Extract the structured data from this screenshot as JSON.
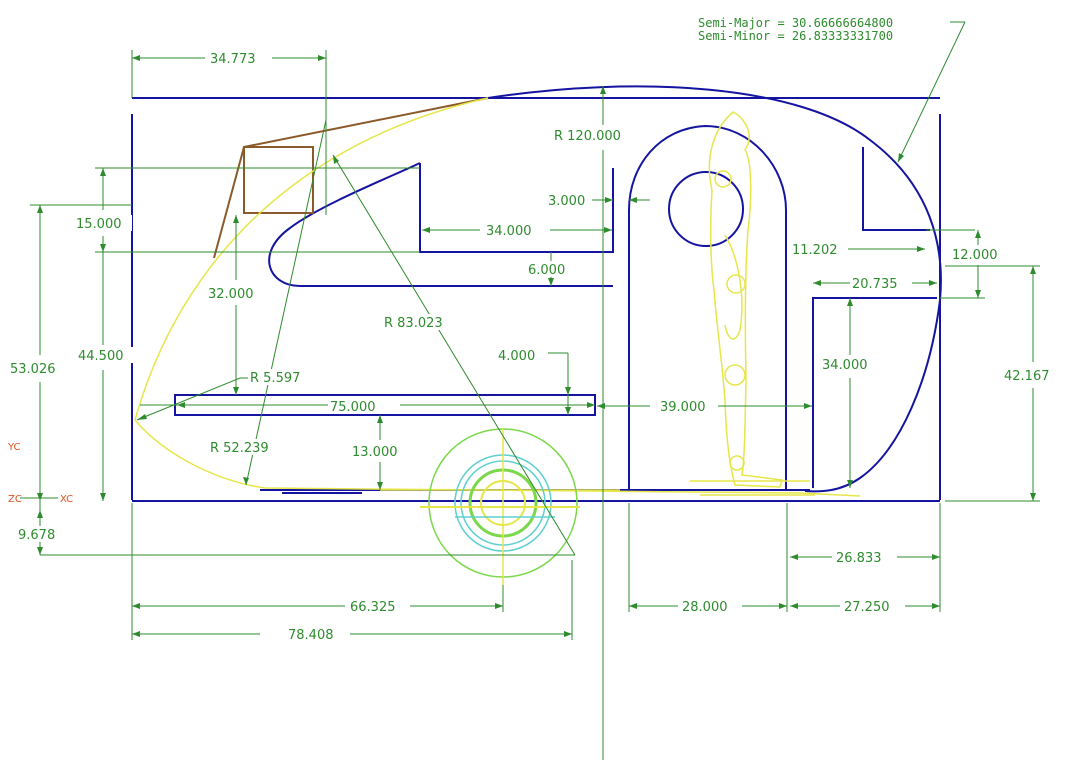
{
  "annotation": {
    "semi_major": "Semi-Major = 30.66666664800",
    "semi_minor": "Semi-Minor = 26.83333331700"
  },
  "axes": {
    "yc": "YC",
    "zc": "ZC",
    "xc": "XC"
  },
  "dims": {
    "d34773": "34.773",
    "r120": "R 120.000",
    "d3000": "3.000",
    "d15000": "15.000",
    "d34000a": "34.000",
    "d6000": "6.000",
    "d11202": "11.202",
    "d12000": "12.000",
    "d20735": "20.735",
    "d32000": "32.000",
    "r83023": "R 83.023",
    "d53026": "53.026",
    "d44500": "44.500",
    "d4000": "4.000",
    "d34000b": "34.000",
    "d42167": "42.167",
    "r5597": "R 5.597",
    "d75000": "75.000",
    "d39000": "39.000",
    "r52239": "R 52.239",
    "d13000": "13.000",
    "d9678": "9.678",
    "d26833": "26.833",
    "d66325": "66.325",
    "d28000": "28.000",
    "d27250": "27.250",
    "d78408": "78.408"
  },
  "colors": {
    "geometry": "#1414a0",
    "dimension": "#2e8b2e",
    "profile": "#e6e64a",
    "brown": "#8b5a2b",
    "wheel": "#7ad84a",
    "wheel_inner": "#5fd0d0",
    "axis": "#e05020"
  }
}
